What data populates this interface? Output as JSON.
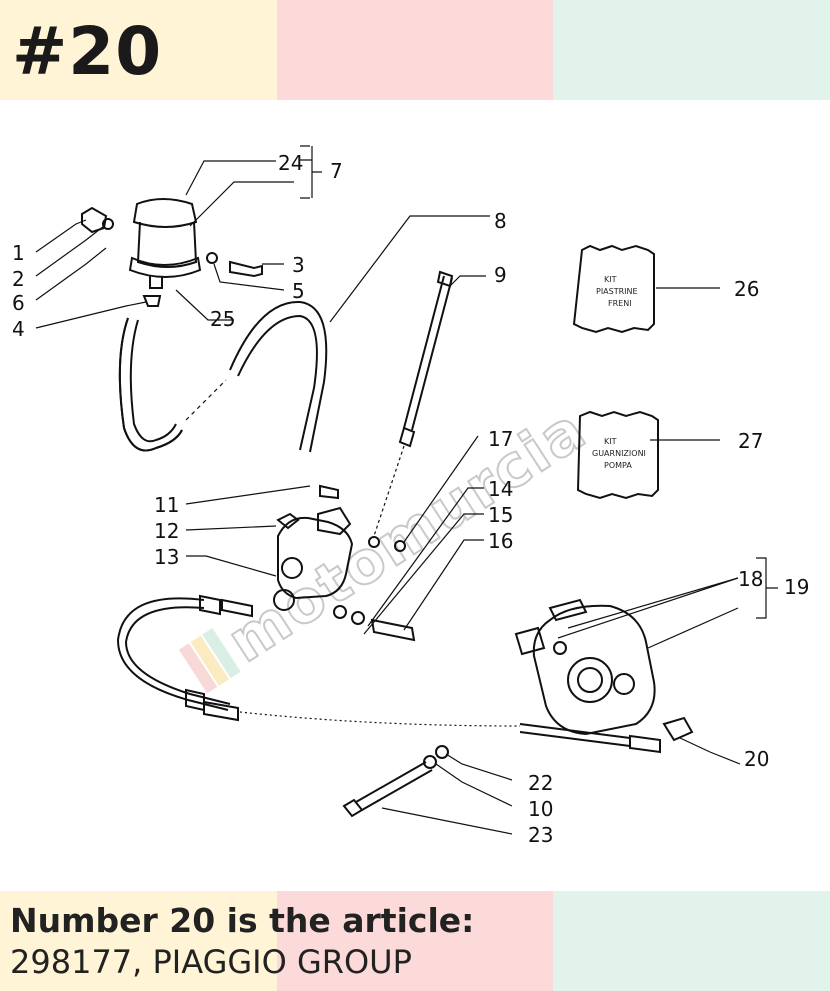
{
  "header": {
    "title": "#20"
  },
  "caption": {
    "line1": "Number 20 is the article:",
    "line2": "298177, PIAGGIO GROUP"
  },
  "diagram": {
    "labels": [
      "1",
      "2",
      "6",
      "4",
      "24",
      "7",
      "3",
      "5",
      "25",
      "8",
      "9",
      "26",
      "27",
      "17",
      "14",
      "15",
      "16",
      "11",
      "12",
      "13",
      "18",
      "19",
      "20",
      "22",
      "10",
      "23"
    ],
    "kit1": {
      "title": "KIT",
      "line2": "PIASTRINE",
      "line3": "FRENI"
    },
    "kit2": {
      "title": "KIT",
      "line2": "GUARNIZIONI",
      "line3": "POMPA"
    },
    "watermark": "motomurcia"
  },
  "colors": {
    "band_yellow": "#fff5d6",
    "band_pink": "#fcdada",
    "band_green": "#e2f3ec"
  }
}
